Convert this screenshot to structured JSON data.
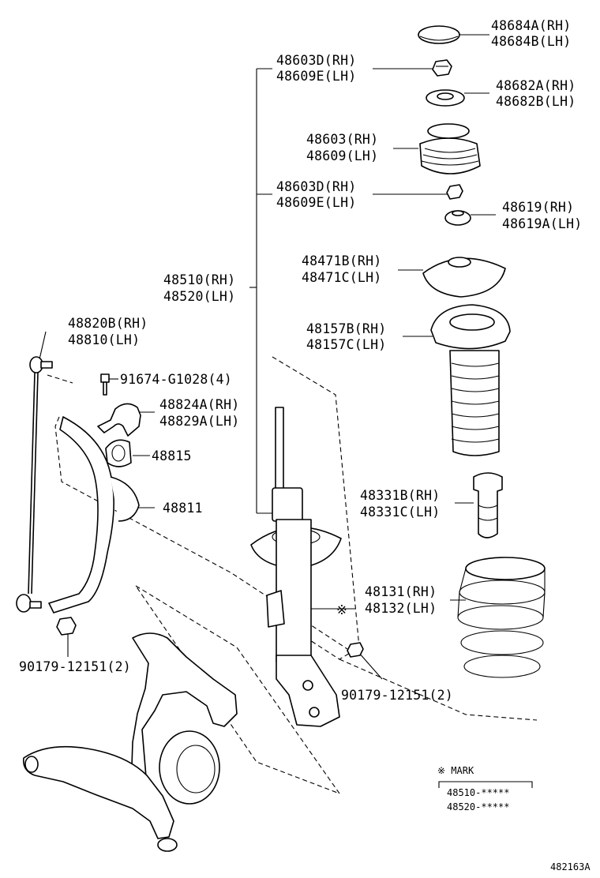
{
  "diagram": {
    "drawing_number": "482163A",
    "mark_note": {
      "title": "※ MARK",
      "rows": [
        "48510-*****",
        "48520-*****"
      ]
    },
    "shock_mark_symbol": "※",
    "labels": [
      {
        "id": "l48684",
        "lines": [
          "48684A(RH)",
          "48684B(LH)"
        ]
      },
      {
        "id": "l48603d_top",
        "lines": [
          "48603D(RH)",
          "48609E(LH)"
        ]
      },
      {
        "id": "l48682",
        "lines": [
          "48682A(RH)",
          "48682B(LH)"
        ]
      },
      {
        "id": "l48603",
        "lines": [
          "48603(RH)",
          "48609(LH)"
        ]
      },
      {
        "id": "l48603d_mid",
        "lines": [
          "48603D(RH)",
          "48609E(LH)"
        ]
      },
      {
        "id": "l48619",
        "lines": [
          "48619(RH)",
          "48619A(LH)"
        ]
      },
      {
        "id": "l48471",
        "lines": [
          "48471B(RH)",
          "48471C(LH)"
        ]
      },
      {
        "id": "l48510",
        "lines": [
          "48510(RH)",
          "48520(LH)"
        ]
      },
      {
        "id": "l48820",
        "lines": [
          "48820B(RH)",
          "48810(LH)"
        ]
      },
      {
        "id": "l48157",
        "lines": [
          "48157B(RH)",
          "48157C(LH)"
        ]
      },
      {
        "id": "l91674",
        "lines": [
          "91674-G1028(4)"
        ]
      },
      {
        "id": "l48824",
        "lines": [
          "48824A(RH)",
          "48829A(LH)"
        ]
      },
      {
        "id": "l48815",
        "lines": [
          "48815"
        ]
      },
      {
        "id": "l48811",
        "lines": [
          "48811"
        ]
      },
      {
        "id": "l48331",
        "lines": [
          "48331B(RH)",
          "48331C(LH)"
        ]
      },
      {
        "id": "l48131",
        "lines": [
          "48131(RH)",
          "48132(LH)"
        ]
      },
      {
        "id": "l90179_left",
        "lines": [
          "90179-12151(2)"
        ]
      },
      {
        "id": "l90179_right",
        "lines": [
          "90179-12151(2)"
        ]
      }
    ]
  }
}
